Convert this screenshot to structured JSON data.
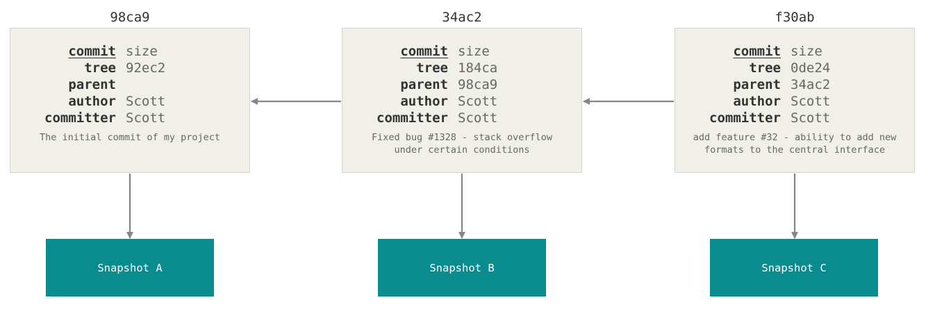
{
  "commits": [
    {
      "hash": "98ca9",
      "fields": [
        {
          "key": "commit",
          "value": "size"
        },
        {
          "key": "tree",
          "value": "92ec2"
        },
        {
          "key": "parent",
          "value": ""
        },
        {
          "key": "author",
          "value": "Scott"
        },
        {
          "key": "committer",
          "value": "Scott"
        }
      ],
      "message": "The initial commit of my project"
    },
    {
      "hash": "34ac2",
      "fields": [
        {
          "key": "commit",
          "value": "size"
        },
        {
          "key": "tree",
          "value": "184ca"
        },
        {
          "key": "parent",
          "value": "98ca9"
        },
        {
          "key": "author",
          "value": "Scott"
        },
        {
          "key": "committer",
          "value": "Scott"
        }
      ],
      "message": "Fixed bug #1328 - stack overflow\nunder certain conditions"
    },
    {
      "hash": "f30ab",
      "fields": [
        {
          "key": "commit",
          "value": "size"
        },
        {
          "key": "tree",
          "value": "0de24"
        },
        {
          "key": "parent",
          "value": "34ac2"
        },
        {
          "key": "author",
          "value": "Scott"
        },
        {
          "key": "committer",
          "value": "Scott"
        }
      ],
      "message": "add feature #32 - ability to add new\nformats to the central interface"
    }
  ],
  "snapshots": [
    {
      "label": "Snapshot A"
    },
    {
      "label": "Snapshot B"
    },
    {
      "label": "Snapshot C"
    }
  ],
  "colors": {
    "box_fill": "#f0efe8",
    "snapshot_fill": "#0a8b8e",
    "arrow": "#888580"
  }
}
